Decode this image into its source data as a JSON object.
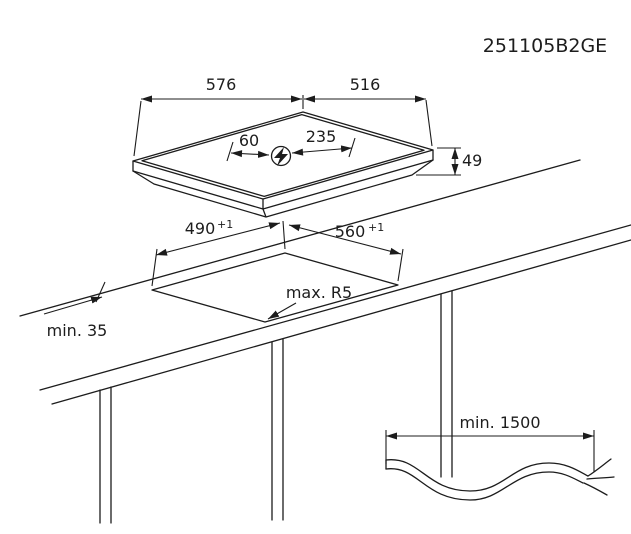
{
  "title": "251105B2GE",
  "line_color": "#1c1c1c",
  "hob": {
    "width": "576",
    "depth": "516",
    "height": "49",
    "connection_left": "60",
    "connection_right": "235"
  },
  "cutout": {
    "width": "490",
    "width_tolerance": "+1",
    "depth": "560",
    "depth_tolerance": "+1",
    "corner_radius": "max. R5",
    "front_clearance": "min. 35"
  },
  "cable": {
    "min_length": "min. 1500"
  }
}
